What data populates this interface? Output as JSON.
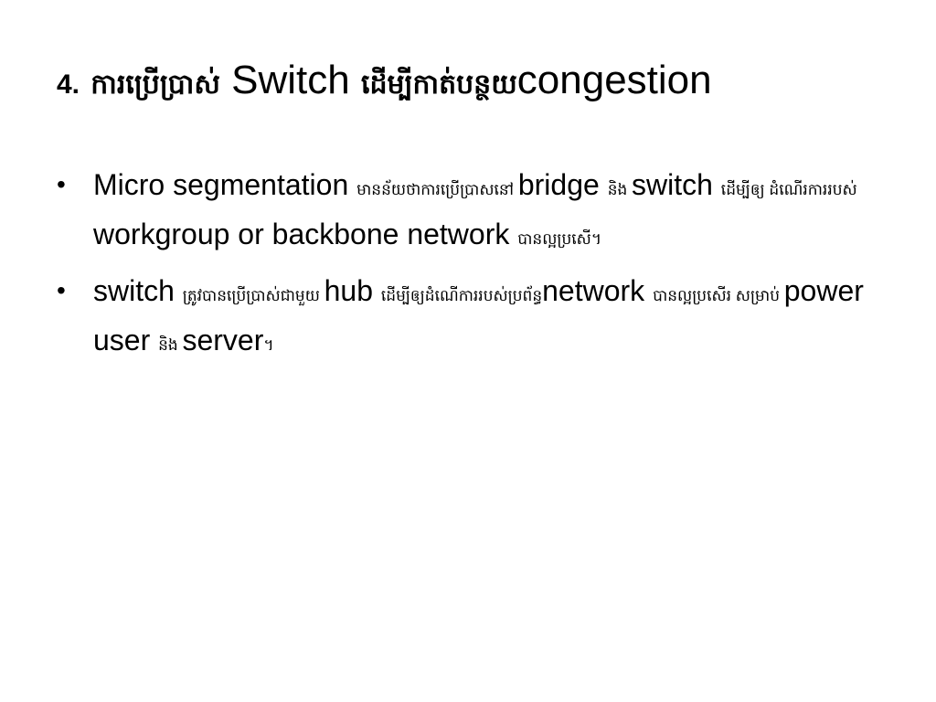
{
  "slide": {
    "title": {
      "number": "4.",
      "khmer_part1": "ការប្រើប្រាស់",
      "english_part1": "Switch",
      "khmer_part2": "ដើម្បីកាត់បន្ថយ",
      "english_part2": "congestion"
    },
    "bullets": [
      {
        "marker": "•",
        "segments": [
          {
            "text": "Micro segmentation ",
            "script": "latin"
          },
          {
            "text": "មានន័យថាការប្រើប្រាសនៅ ",
            "script": "khmer"
          },
          {
            "text": "bridge ",
            "script": "latin"
          },
          {
            "text": "និង ",
            "script": "khmer"
          },
          {
            "text": "switch ",
            "script": "latin"
          },
          {
            "text": "ដើម្បីឲ្យ ដំណើរការរបស់ ",
            "script": "khmer"
          },
          {
            "text": "workgroup or  backbone network ",
            "script": "latin"
          },
          {
            "text": "បានល្អប្រសើ។",
            "script": "khmer"
          }
        ]
      },
      {
        "marker": "•",
        "segments": [
          {
            "text": "switch ",
            "script": "latin"
          },
          {
            "text": "ត្រូវបានប្រើប្រាស់ជាមួយ ",
            "script": "khmer"
          },
          {
            "text": "hub ",
            "script": "latin"
          },
          {
            "text": "ដើម្បីឲ្យដំណើការរបស់ប្រព័ន្ធ",
            "script": "khmer"
          },
          {
            "text": "network ",
            "script": "latin"
          },
          {
            "text": "បានល្អប្រសើរ សម្រាប់ ",
            "script": "khmer"
          },
          {
            "text": "power user ",
            "script": "latin"
          },
          {
            "text": "និង ",
            "script": "khmer"
          },
          {
            "text": "server",
            "script": "latin"
          },
          {
            "text": "។",
            "script": "khmer"
          }
        ]
      }
    ]
  }
}
